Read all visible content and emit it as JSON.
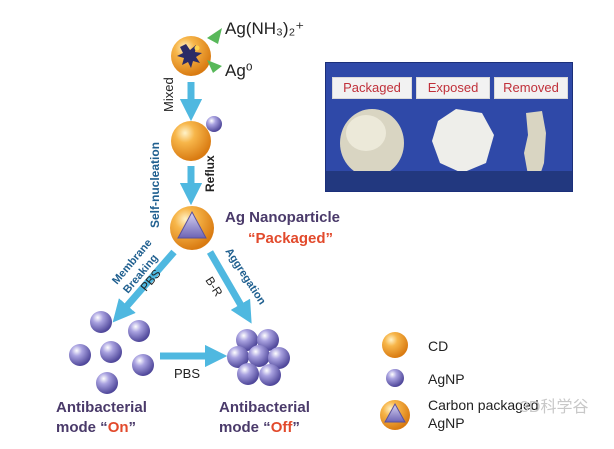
{
  "reagents": {
    "complex": "Ag(NH₃)₂⁺",
    "ag0": "Ag⁰"
  },
  "steps": {
    "mixed": "Mixed",
    "self_nucleation": "Self-nucleation",
    "reflux": "Reflux",
    "membrane_breaking_1": "Membrane",
    "membrane_breaking_2": "Breaking",
    "pbs_left": "PBS",
    "aggregation": "Aggregation",
    "br": "B-R",
    "pbs_bottom": "PBS"
  },
  "packaged_label": {
    "line1": "Ag Nanoparticle",
    "line2": "“Packaged”"
  },
  "modes": {
    "on_line1": "Antibacterial",
    "on_line2_prefix": "mode “",
    "on_word": "On",
    "on_suffix": "”",
    "off_line1": "Antibacterial",
    "off_line2_prefix": "mode “",
    "off_word": "Off",
    "off_suffix": "”"
  },
  "photo": {
    "tags": [
      "Packaged",
      "Exposed",
      "Removed"
    ]
  },
  "legend": {
    "cd": "CD",
    "agnp": "AgNP",
    "carbon_line1": "Carbon packaged",
    "carbon_line2": "AgNP"
  },
  "watermark": "3D科学谷",
  "colors": {
    "orange": "#f2a23a",
    "purple": "#7f77c4",
    "arrow": "#4fb8e0",
    "text_dark": "#4a3a6a",
    "accent_red": "#e24a2c",
    "photo_bg": "#2f49a8"
  }
}
